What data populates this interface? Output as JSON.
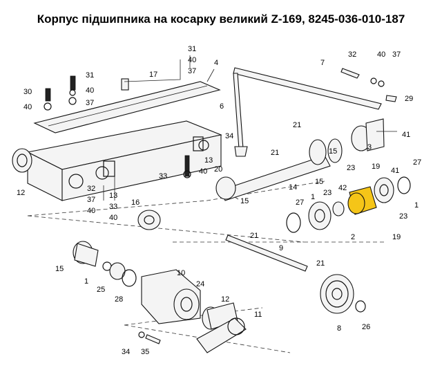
{
  "title": "Корпус підшипника на косарку великий Z-169, 8245-036-010-187",
  "highlight_color": "#f5c518",
  "callouts": [
    "1",
    "2",
    "3",
    "4",
    "6",
    "7",
    "8",
    "9",
    "10",
    "11",
    "12",
    "13",
    "14",
    "15",
    "16",
    "17",
    "19",
    "20",
    "21",
    "23",
    "24",
    "25",
    "26",
    "27",
    "28",
    "29",
    "30",
    "31",
    "32",
    "33",
    "34",
    "35",
    "37",
    "40",
    "41",
    "42"
  ]
}
